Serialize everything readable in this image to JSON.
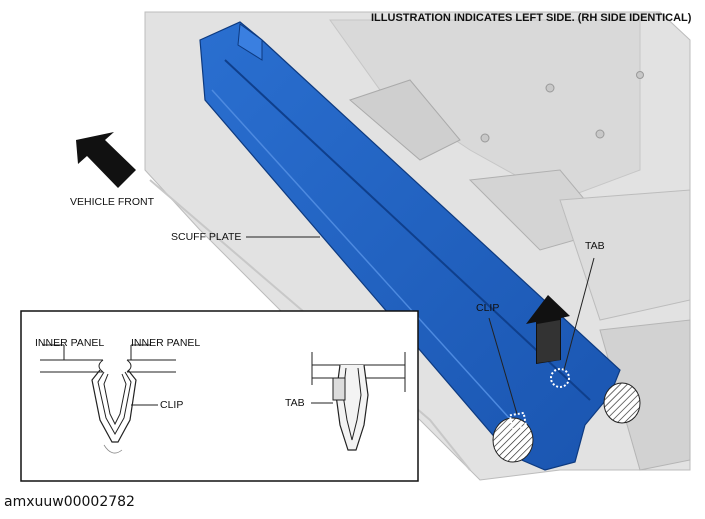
{
  "header": {
    "note": "ILLUSTRATION INDICATES LEFT SIDE. (RH SIDE IDENTICAL)"
  },
  "labels": {
    "vehicle_front": "VEHICLE FRONT",
    "scuff_plate": "SCUFF PLATE",
    "tab": "TAB",
    "clip": "CLIP"
  },
  "inset": {
    "inner_panel_left": "INNER PANEL",
    "inner_panel_right": "INNER PANEL",
    "clip": "CLIP",
    "tab": "TAB"
  },
  "footer": {
    "code": "amxuuw00002782"
  },
  "colors": {
    "scuff_plate": "#1f5fc0",
    "background_panel": "#e3e3e3",
    "outline": "#222222"
  },
  "icons": [
    "direction-arrow-icon",
    "removal-arrow-icon"
  ]
}
